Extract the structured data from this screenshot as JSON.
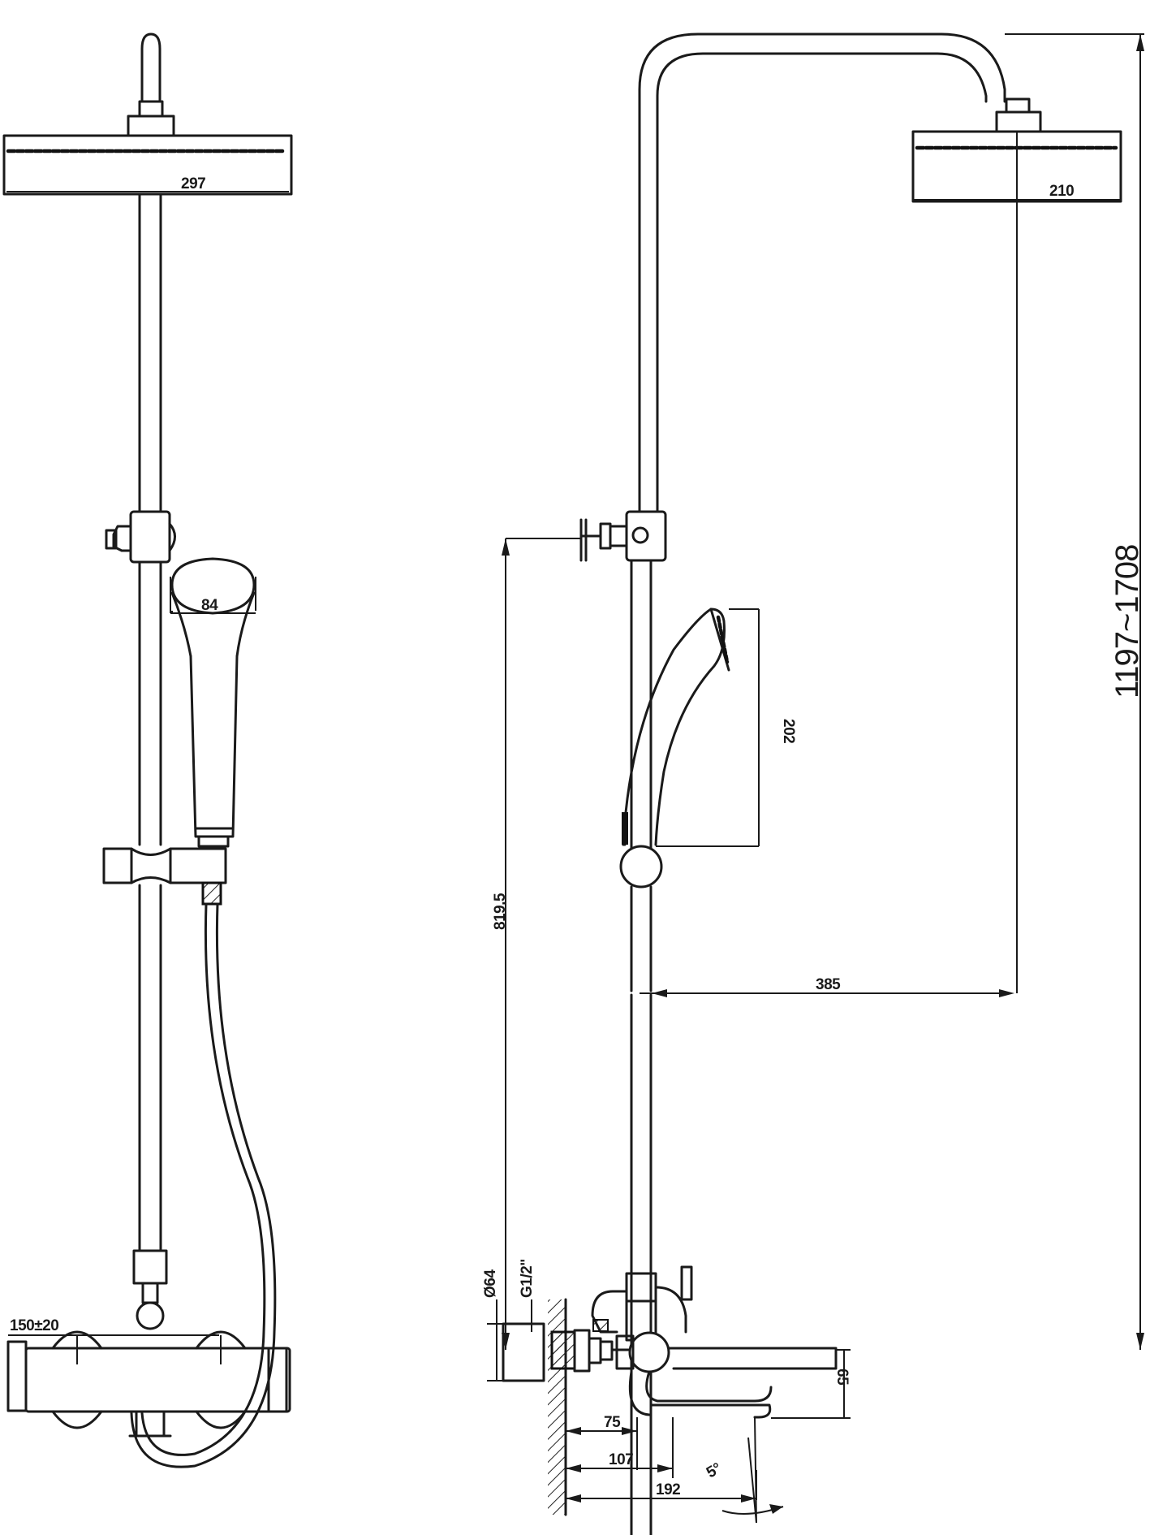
{
  "dimensions": {
    "head_front_width": "297",
    "head_side_width": "210",
    "hand_shower_width": "84",
    "hand_shower_length": "202",
    "total_height": "1197~1708",
    "slider_height": "819.5",
    "arm_reach": "385",
    "inlet_distance": "150±20",
    "escutcheon_diameter": "Ø64",
    "thread": "G1/2\"",
    "spout_height": "65",
    "d75": "75",
    "d107": "107",
    "d192": "192",
    "angle": "5°"
  }
}
